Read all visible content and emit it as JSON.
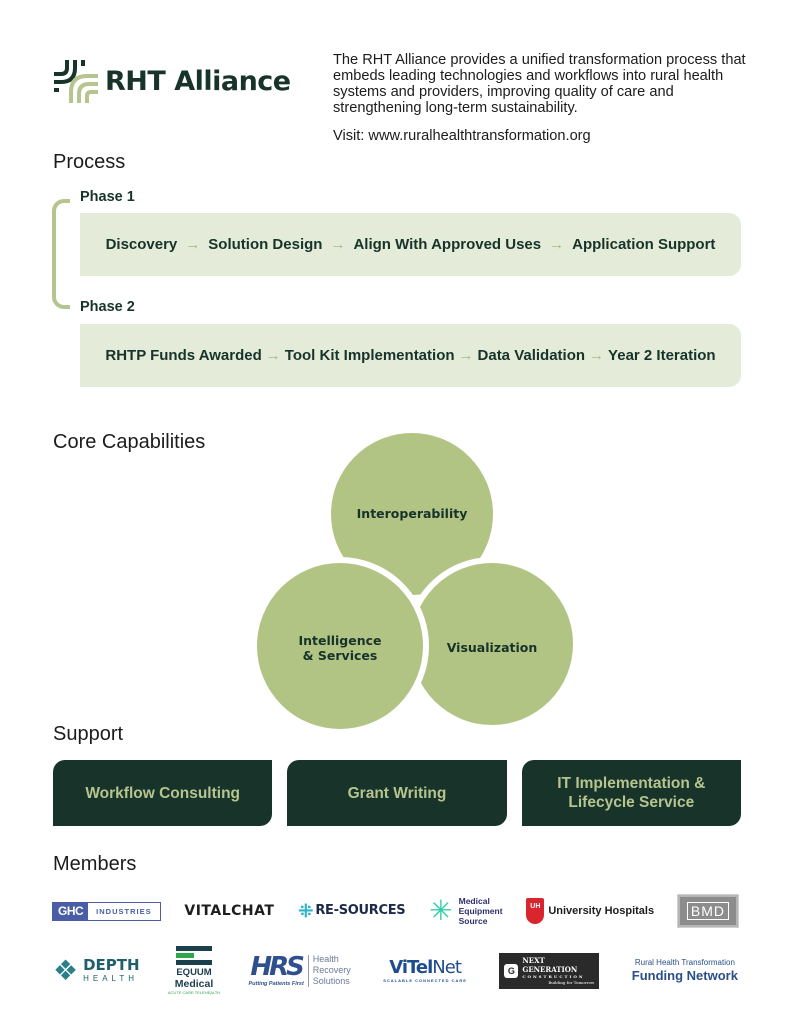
{
  "header": {
    "logo_text": "RHT Alliance",
    "intro": "The RHT Alliance provides a unified transformation process that embeds leading technologies and workflows into rural health systems and providers, improving quality of care and strengthening long-term sustainability.",
    "visit": "Visit: www.ruralhealthtransformation.org"
  },
  "colors": {
    "dark_green": "#17332a",
    "sage": "#b6c48e",
    "light_sage": "#e4ebd8",
    "circle_fill": "#b2c484"
  },
  "process": {
    "title": "Process",
    "arrow": "→",
    "phases": [
      {
        "label": "Phase 1",
        "steps": [
          "Discovery",
          "Solution Design",
          "Align With Approved Uses",
          "Application Support"
        ]
      },
      {
        "label": "Phase 2",
        "steps": [
          "RHTP Funds Awarded",
          "Tool Kit Implementation",
          "Data Validation",
          "Year 2 Iteration"
        ]
      }
    ]
  },
  "core": {
    "title": "Core Capabilities",
    "circles": [
      {
        "label": "Interoperability"
      },
      {
        "label_line1": "Intelligence",
        "label_line2": "& Services"
      },
      {
        "label": "Visualization"
      }
    ]
  },
  "support": {
    "title": "Support",
    "cards": [
      {
        "line1": "Workflow Consulting",
        "line2": ""
      },
      {
        "line1": "Grant Writing",
        "line2": ""
      },
      {
        "line1": "IT Implementation &",
        "line2": "Lifecycle Service"
      }
    ]
  },
  "members": {
    "title": "Members",
    "ghc": {
      "a": "GHC",
      "b": "INDUSTRIES"
    },
    "vitalchat": "VITALCHAT",
    "resources": "RE-SOURCES",
    "mes": [
      "Medical",
      "Equipment",
      "Source"
    ],
    "uh": {
      "icon": "UH",
      "text": "University Hospitals"
    },
    "bmd": "BMD",
    "depth": {
      "a": "DEPTH",
      "b": "HEALTH"
    },
    "equum": {
      "a": "EQUUM",
      "b": "Medical",
      "c": "ACUTE CARE TELEHEALTH"
    },
    "hrs": {
      "a": "HRS",
      "tagline": "Putting Patients First",
      "name": [
        "Health",
        "Recovery",
        "Solutions"
      ]
    },
    "vitelnet": {
      "a": "ViTel",
      "b": "Net",
      "tagline": "SCALABLE CONNECTED CARE"
    },
    "nextgen": {
      "a": "NEXT GENERATION",
      "b": "CONSTRUCTION",
      "c": "Building for Tomorrow"
    },
    "rhtfn": {
      "a": "Rural Health Transformation",
      "b": "Funding Network"
    }
  }
}
